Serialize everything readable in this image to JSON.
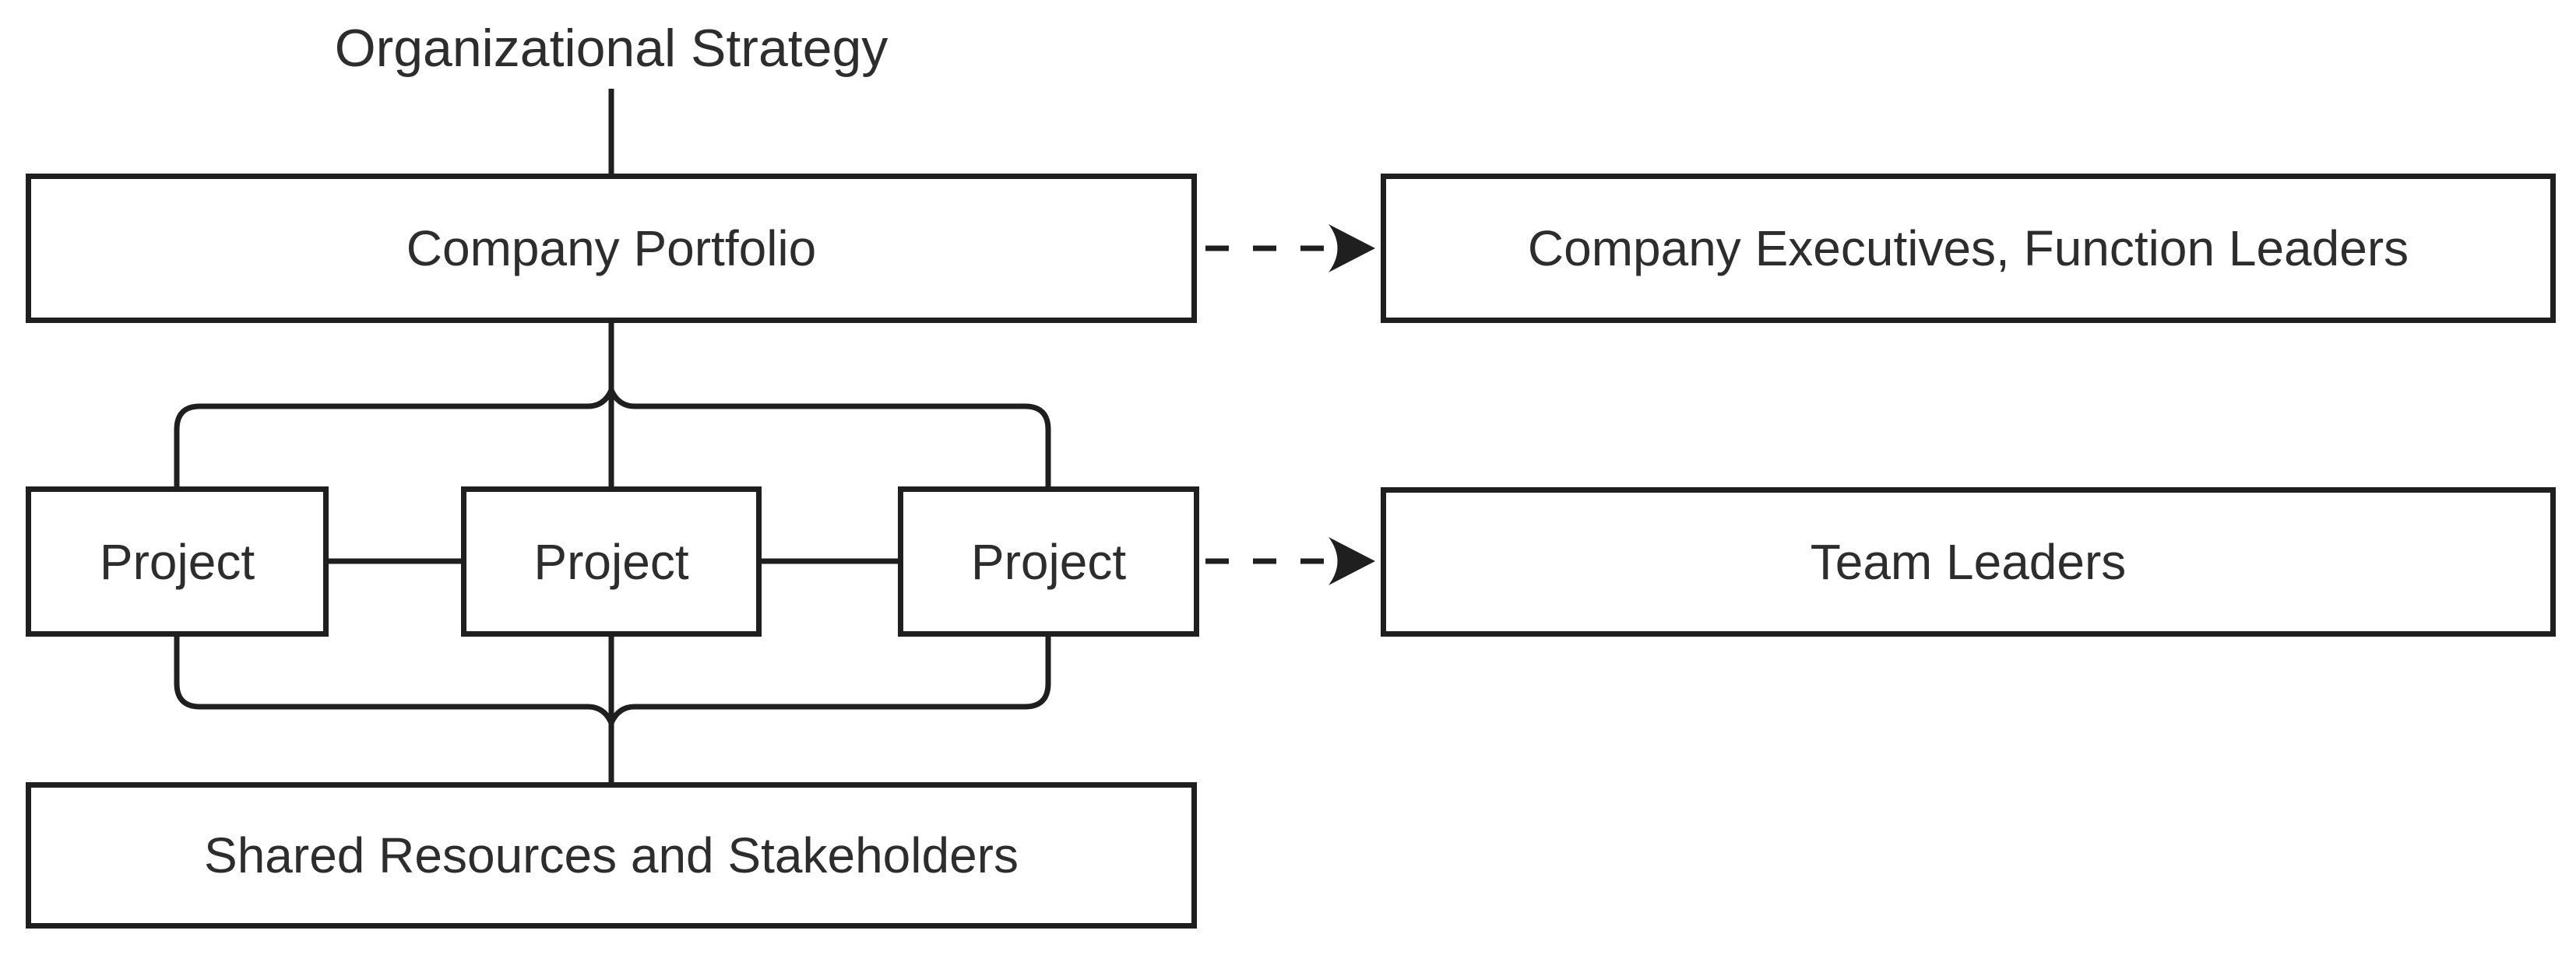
{
  "diagram": {
    "title": "Organizational Strategy",
    "nodes": {
      "portfolio": {
        "label": "Company Portfolio"
      },
      "executives": {
        "label": "Company Executives, Function Leaders"
      },
      "project_1": {
        "label": "Project"
      },
      "project_2": {
        "label": "Project"
      },
      "project_3": {
        "label": "Project"
      },
      "team_leaders": {
        "label": "Team Leaders"
      },
      "shared": {
        "label": "Shared Resources and Stakeholders"
      }
    },
    "edges": [
      {
        "from": "Organizational Strategy",
        "to": "Company Portfolio",
        "style": "solid"
      },
      {
        "from": "Company Portfolio",
        "to": "Company Executives, Function Leaders",
        "style": "dashed-arrow"
      },
      {
        "from": "Company Portfolio",
        "to": "Project (x3)",
        "style": "brace"
      },
      {
        "from": "Project",
        "to": "Project",
        "style": "solid"
      },
      {
        "from": "Project",
        "to": "Team Leaders",
        "style": "dashed-arrow"
      },
      {
        "from": "Project (x3)",
        "to": "Shared Resources and Stakeholders",
        "style": "brace"
      }
    ],
    "theme": {
      "line_color": "#1f1f1f",
      "text_color": "#2d2d2d",
      "background": "#ffffff"
    }
  }
}
